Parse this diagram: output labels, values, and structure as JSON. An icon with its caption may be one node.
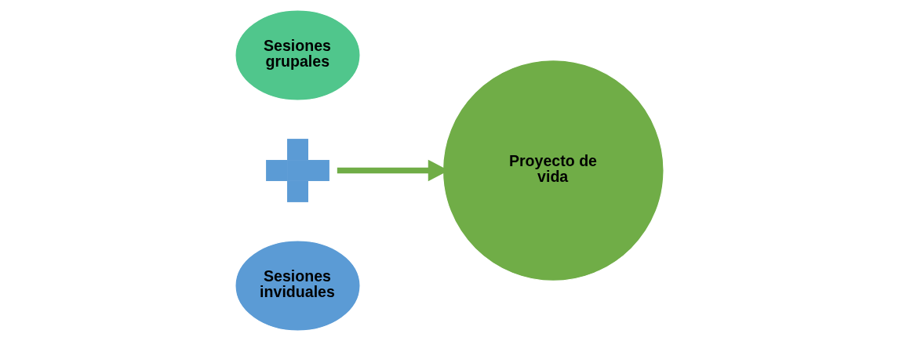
{
  "diagram": {
    "nodes": [
      {
        "text": [
          "Sesiones inviduales"
        ]
      },
      {
        "text": [],
        "shape": "plus"
      },
      {
        "text": [
          "Sesiones grupales"
        ]
      },
      {
        "text": [
          "Proyecto de vida"
        ]
      }
    ],
    "edges": [
      {
        "from": 1,
        "to": 3,
        "arrow": "to"
      }
    ]
  }
}
